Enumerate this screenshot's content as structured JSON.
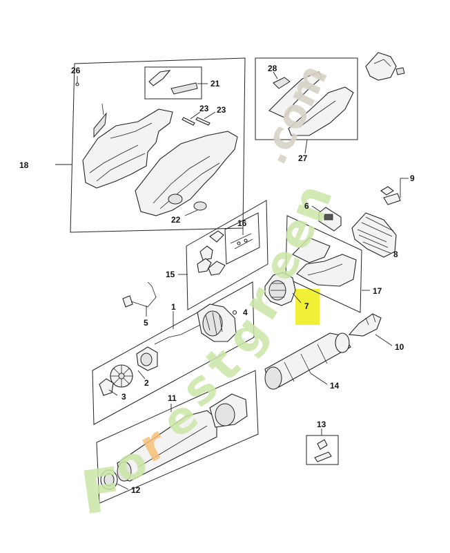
{
  "callouts": {
    "c1": "1",
    "c2": "2",
    "c3": "3",
    "c4": "4",
    "c5": "5",
    "c6": "6",
    "c7": "7",
    "c8": "8",
    "c9": "9",
    "c10": "10",
    "c11": "11",
    "c12": "12",
    "c13": "13",
    "c14": "14",
    "c15": "15",
    "c16": "16",
    "c17": "17",
    "c18": "18",
    "c21": "21",
    "c22": "22",
    "c23a": "23",
    "c23b": "23",
    "c26": "26",
    "c27": "27",
    "c28": "28"
  },
  "highlight_color": "#f0f036",
  "watermark": {
    "brand_letters": [
      "F",
      "o",
      "r",
      "e",
      "s",
      "t",
      "g",
      "r",
      "e",
      "e",
      "n"
    ],
    "suffix": ".com",
    "colors": {
      "green": "#cbe6a6",
      "orange": "#f6c07a",
      "grey": "#d8d2c6"
    }
  }
}
